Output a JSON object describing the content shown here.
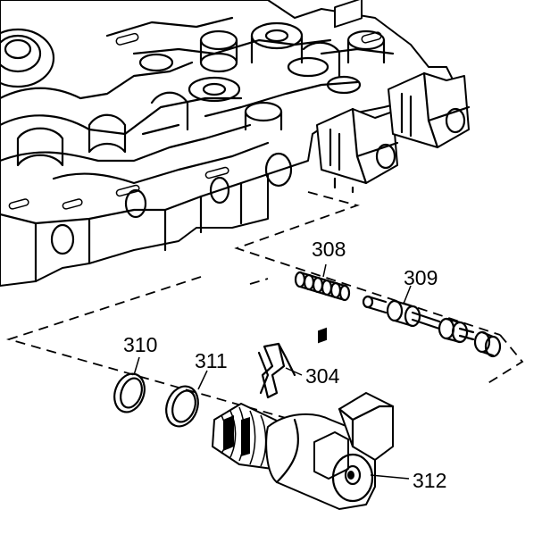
{
  "diagram": {
    "callouts": [
      {
        "id": "308",
        "text": "308"
      },
      {
        "id": "309",
        "text": "309"
      },
      {
        "id": "310",
        "text": "310"
      },
      {
        "id": "311",
        "text": "311"
      },
      {
        "id": "304",
        "text": "304"
      },
      {
        "id": "312",
        "text": "312"
      }
    ],
    "colors": {
      "ink": "#000000",
      "paper": "#ffffff"
    }
  }
}
